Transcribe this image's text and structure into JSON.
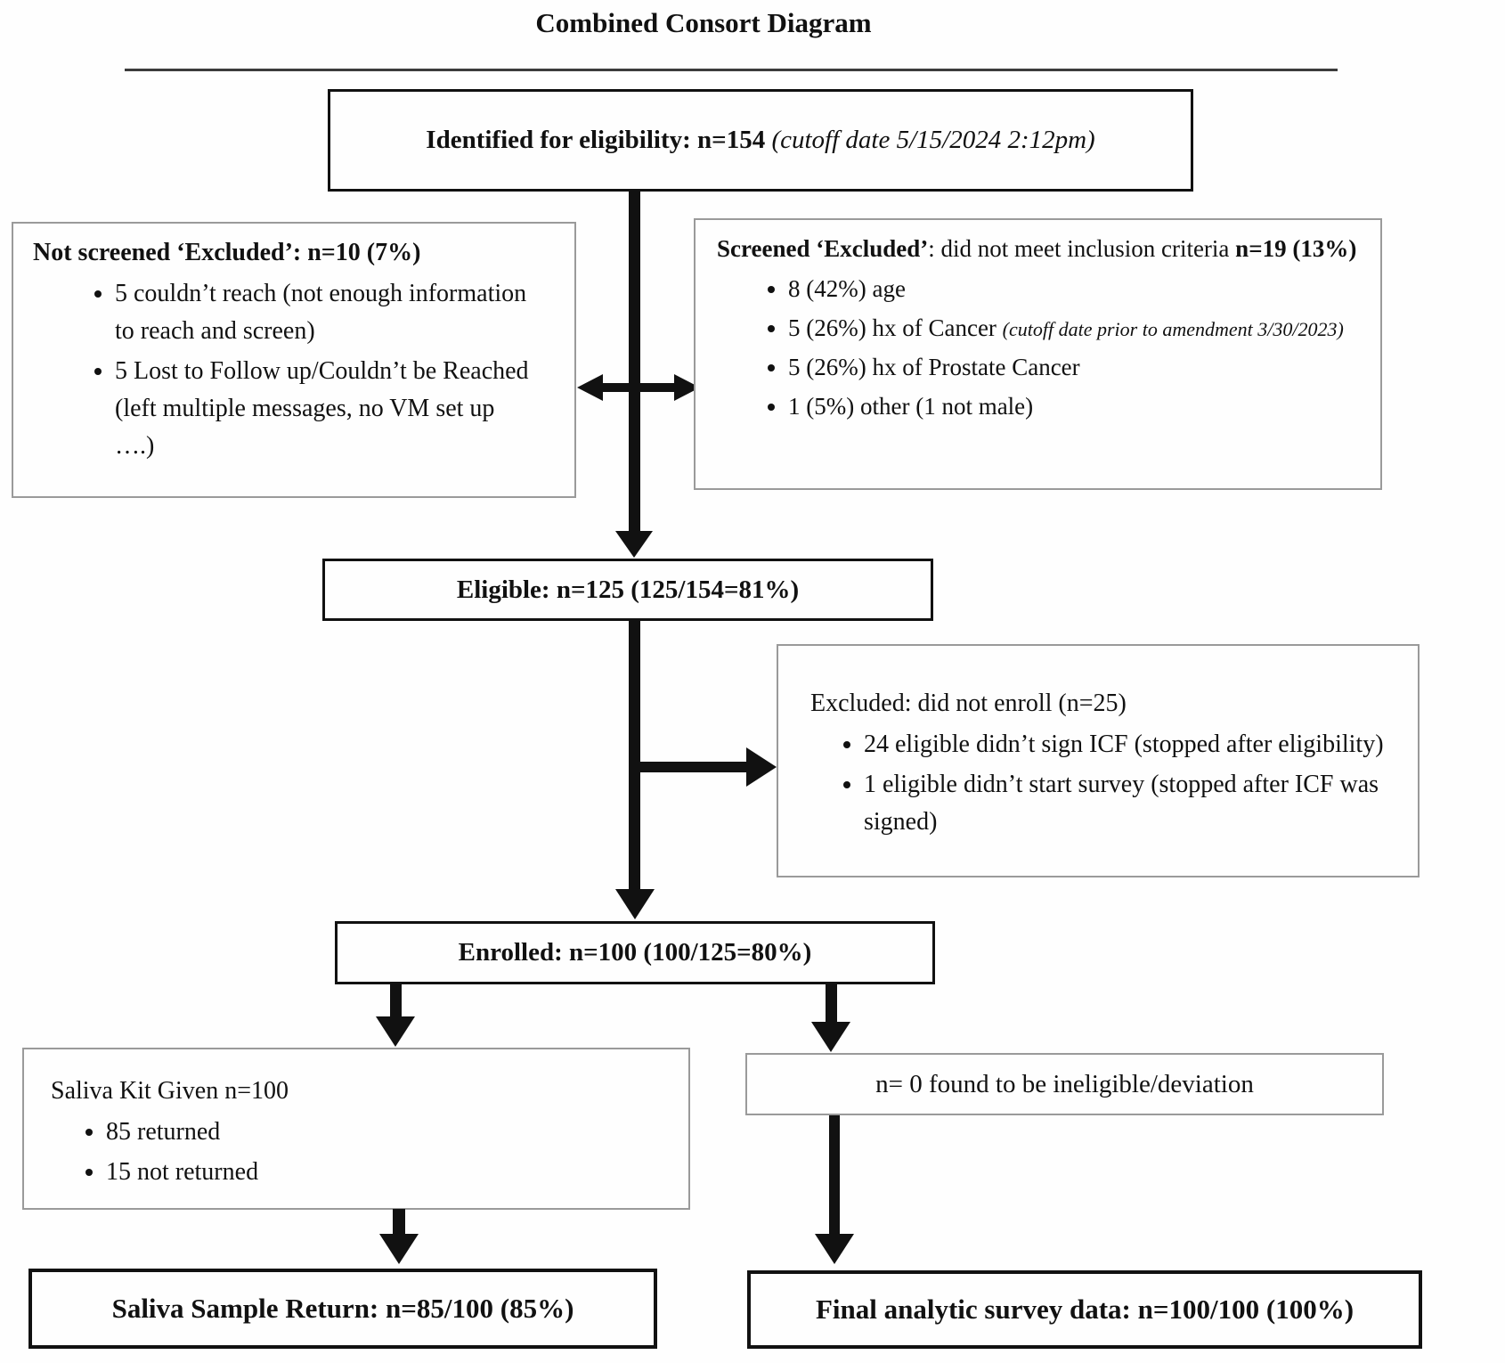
{
  "title": "Combined Consort Diagram",
  "colors": {
    "ink": "#111111",
    "main_box_border": "#111111",
    "detail_box_border": "#9a9a9a",
    "arrow": "#111111",
    "background": "#fefefe"
  },
  "boxes": {
    "identified": {
      "bold": "Identified for eligibility: n=154 ",
      "italic_note": "(cutoff date 5/15/2024 2:12pm)"
    },
    "not_screened": {
      "header": "Not screened ‘Excluded’: n=10 (7%)",
      "bullets": [
        "5 couldn’t reach (not enough information to reach and screen)",
        "5 Lost to Follow up/Couldn’t be Reached (left multiple messages, no VM set up ….)"
      ]
    },
    "screened": {
      "header_bold_1": "Screened ‘Excluded’",
      "header_plain": ": did not meet inclusion criteria ",
      "header_bold_2": "n=19 (13%)",
      "bullet_1": "8 (42%) age",
      "bullet_2_text": "5 (26%) hx of Cancer ",
      "bullet_2_note": "(cutoff date prior to amendment 3/30/2023)",
      "bullet_3": "5 (26%) hx of Prostate Cancer",
      "bullet_4": "1 (5%) other (1 not male)"
    },
    "eligible": {
      "label": "Eligible: n=125 (125/154=81%)"
    },
    "excluded_enroll": {
      "header": "Excluded: did not enroll (n=25)",
      "bullets": [
        "24 eligible didn’t sign ICF (stopped after eligibility)",
        "1 eligible didn’t start survey (stopped after ICF was signed)"
      ]
    },
    "enrolled": {
      "label": "Enrolled: n=100 (100/125=80%)"
    },
    "saliva_kit": {
      "header": "Saliva Kit Given n=100",
      "bullets": [
        "85 returned",
        "15 not returned"
      ]
    },
    "ineligible": {
      "label": "n= 0 found to be ineligible/deviation"
    },
    "saliva_return": {
      "label": "Saliva Sample Return: n=85/100 (85%)"
    },
    "final_data": {
      "label": "Final analytic survey data: n=100/100 (100%)"
    }
  }
}
